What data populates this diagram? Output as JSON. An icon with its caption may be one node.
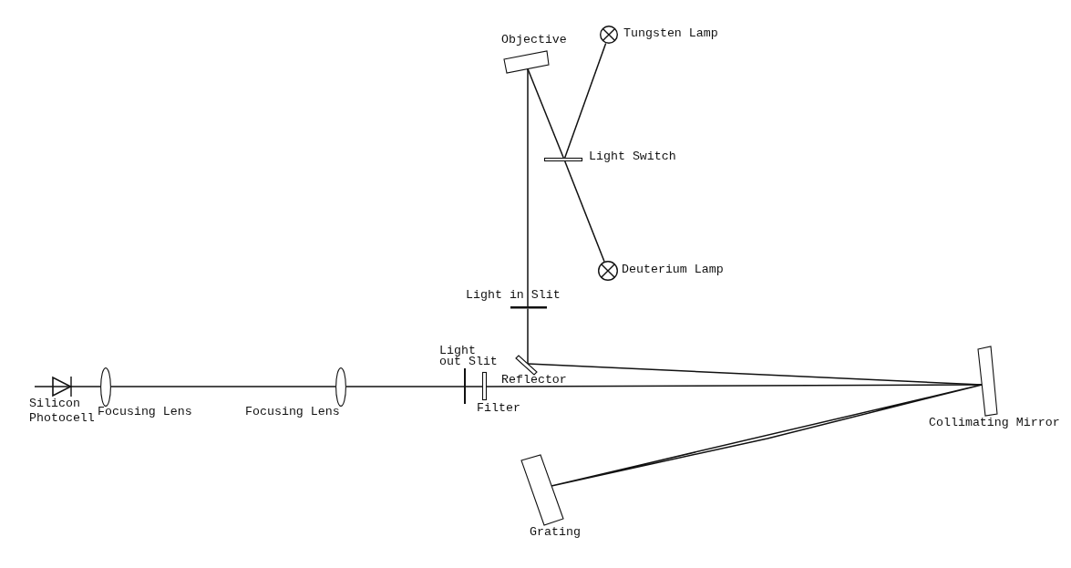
{
  "diagram": {
    "nodes": [
      {
        "text": [
          "Objective"
        ]
      },
      {
        "text": [
          "Tungsten Lamp"
        ]
      },
      {
        "text": [
          "Light Switch"
        ]
      },
      {
        "text": [
          "Deuterium Lamp"
        ]
      },
      {
        "text": [
          "Light in Slit"
        ]
      },
      {
        "text": [
          "Light out Slit"
        ]
      },
      {
        "text": [
          "Reflector"
        ]
      },
      {
        "text": [
          "Silicon Photocell"
        ]
      },
      {
        "text": [
          "Focusing Lens"
        ]
      },
      {
        "text": [
          "Focusing Lens"
        ]
      },
      {
        "text": [
          "Filter"
        ]
      },
      {
        "text": [
          "Collimating Mirror"
        ]
      },
      {
        "text": [
          "Grating"
        ]
      }
    ],
    "edges": [
      {
        "from": 1,
        "to": 2,
        "arrow": "none"
      },
      {
        "from": 3,
        "to": 2,
        "arrow": "none"
      },
      {
        "from": 2,
        "to": 0,
        "arrow": "none"
      },
      {
        "from": 0,
        "to": 4,
        "arrow": "none"
      },
      {
        "from": 4,
        "to": 6,
        "arrow": "none"
      },
      {
        "from": 6,
        "to": 11,
        "arrow": "none"
      },
      {
        "from": 11,
        "to": 12,
        "arrow": "none"
      },
      {
        "from": 11,
        "to": 10,
        "arrow": "none"
      },
      {
        "from": 10,
        "to": 5,
        "arrow": "none"
      },
      {
        "from": 5,
        "to": 9,
        "arrow": "none"
      },
      {
        "from": 9,
        "to": 8,
        "arrow": "none"
      },
      {
        "from": 8,
        "to": 7,
        "arrow": "none"
      }
    ]
  }
}
